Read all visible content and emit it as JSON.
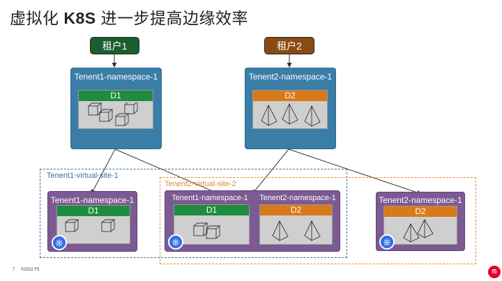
{
  "title_cn": "虚拟化 ",
  "title_k8s": "K8S",
  "title_cn2": " 进一步提高边缘效率",
  "tenants": {
    "t1_label": "租户1",
    "t2_label": "租户2"
  },
  "top_ns": {
    "ns1_title": "Tenent1-namespace-1",
    "ns2_title": "Tenent2-namespace-1",
    "d1": "D1",
    "d2": "D2"
  },
  "vsites": {
    "vs1_label": "Tenent1-virtual-site-1",
    "vs2_label": "Tenent2-virtual-site-2"
  },
  "bottom_ns": {
    "left_title": "Tenent1-namespace-1",
    "mid_left_title": "Tenent1-namespace-1",
    "mid_right_title": "Tenent2-namespace-1",
    "right_title": "Tenent2-namespace-1",
    "d1": "D1",
    "d2": "D2"
  },
  "footer": {
    "page": "7",
    "copyright": "©2022 F5",
    "logo": "f5"
  },
  "colors": {
    "tenant1": "#1b5e30",
    "tenant2": "#8a4b12",
    "namespace_top": "#3a7ea8",
    "namespace_node": "#7c5a93",
    "d1": "#1e8c3e",
    "d2": "#d87a1a",
    "vsite1_border": "#3a6ea0",
    "vsite2_border": "#e08a2a"
  },
  "icons": {
    "cube": "cube-icon",
    "pyramid": "pyramid-icon",
    "kubernetes": "kubernetes-icon",
    "f5_logo": "f5-logo"
  }
}
